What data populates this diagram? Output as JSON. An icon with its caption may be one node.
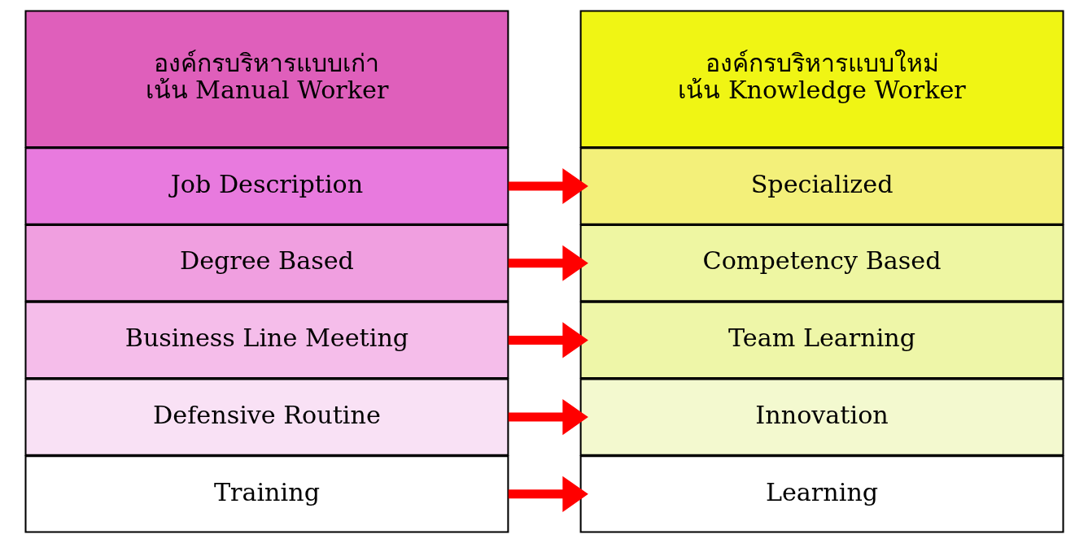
{
  "diagram": {
    "nodes": [
      {
        "text": [
          "องค์กรบริหารแบบเก่า",
          "เน้น Manual Worker"
        ]
      },
      {
        "text": [
          "Job Description"
        ]
      },
      {
        "text": [
          "Degree Based"
        ]
      },
      {
        "text": [
          "Business Line Meeting"
        ]
      },
      {
        "text": [
          "Defensive Routine"
        ]
      },
      {
        "text": [
          "Training"
        ]
      },
      {
        "text": [
          "องค์กรบริหารแบบใหม่",
          "เน้น Knowledge Worker"
        ]
      },
      {
        "text": [
          "Specialized"
        ]
      },
      {
        "text": [
          "Competency Based"
        ]
      },
      {
        "text": [
          "Team Learning"
        ]
      },
      {
        "text": [
          "Innovation"
        ]
      },
      {
        "text": [
          "Learning"
        ]
      }
    ],
    "edges": [
      {
        "from": 1,
        "to": 7,
        "arrow": "to"
      },
      {
        "from": 2,
        "to": 8,
        "arrow": "to"
      },
      {
        "from": 3,
        "to": 9,
        "arrow": "to"
      },
      {
        "from": 4,
        "to": 10,
        "arrow": "to"
      },
      {
        "from": 5,
        "to": 11,
        "arrow": "to"
      }
    ]
  }
}
